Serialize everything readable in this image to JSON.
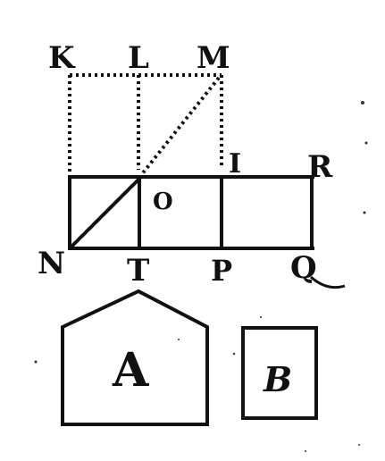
{
  "labels": {
    "K": "K",
    "L": "L",
    "M": "M",
    "I": "I",
    "R": "R",
    "O": "O",
    "N": "N",
    "T": "T",
    "P": "P",
    "Q": "Q",
    "A": "A",
    "B": "B"
  },
  "colors": {
    "ink": "#111111",
    "paper": "#ffffff"
  }
}
